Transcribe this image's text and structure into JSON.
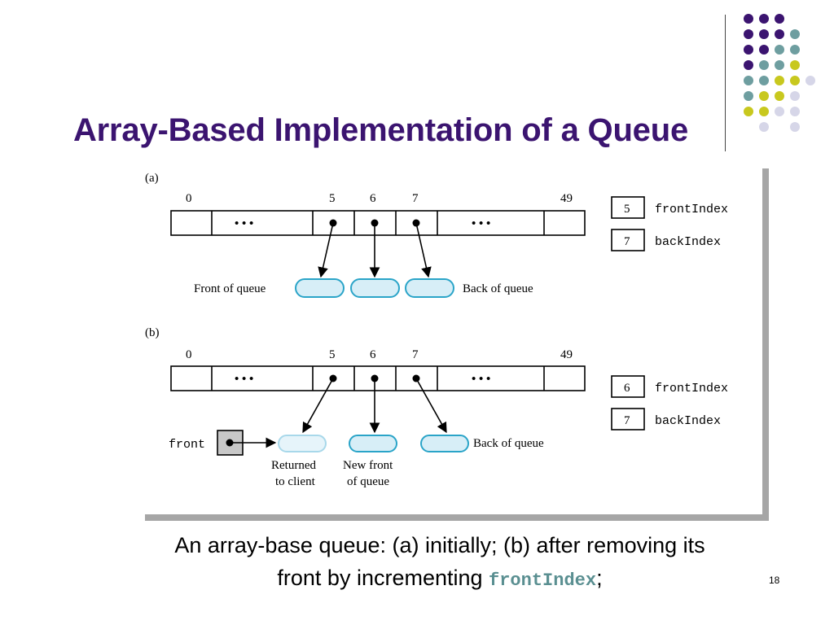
{
  "slide": {
    "title": "Array-Based Implementation of a Queue",
    "page_number": "18"
  },
  "caption": {
    "line1": "An array-base queue: (a) initially; (b) after removing its",
    "line2_prefix": "front by incrementing ",
    "line2_code": "frontIndex",
    "line2_suffix": ";"
  },
  "colors": {
    "title": "#3b1470",
    "dot_purple": "#3b1470",
    "dot_teal": "#6e9ea0",
    "dot_yellow": "#c8c81e",
    "dot_lavender": "#d6d6e8",
    "node_stroke": "#2aa4c8",
    "node_fill": "#d7eef7",
    "code_text": "#5a8f91"
  },
  "diagram": {
    "part_a": {
      "label": "(a)",
      "indices": [
        "0",
        "5",
        "6",
        "7",
        "49"
      ],
      "ellipsis": "• • •",
      "front_index": {
        "value": "5",
        "name": "frontIndex"
      },
      "back_index": {
        "value": "7",
        "name": "backIndex"
      },
      "front_label": "Front of queue",
      "back_label": "Back of queue"
    },
    "part_b": {
      "label": "(b)",
      "indices": [
        "0",
        "5",
        "6",
        "7",
        "49"
      ],
      "ellipsis": "• • •",
      "front_index": {
        "value": "6",
        "name": "frontIndex"
      },
      "back_index": {
        "value": "7",
        "name": "backIndex"
      },
      "front_var": "front",
      "returned_line1": "Returned",
      "returned_line2": "to client",
      "newfront_line1": "New front",
      "newfront_line2": "of queue",
      "back_label": "Back of queue"
    }
  }
}
